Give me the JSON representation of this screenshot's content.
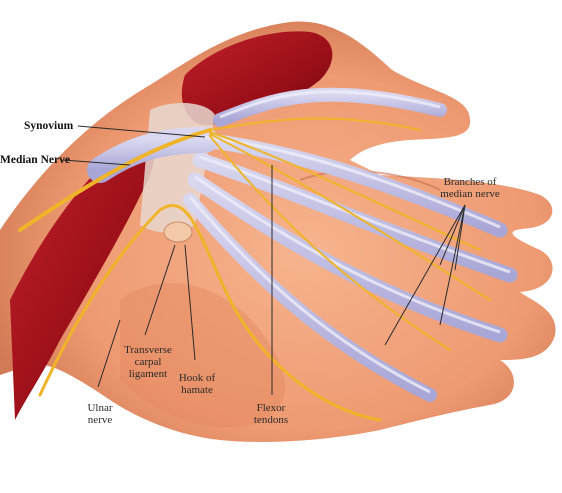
{
  "figure": {
    "labels": {
      "synovium": "Synovium",
      "median_nerve": "Median Nerve",
      "branches_of_median_nerve": "Branches of\nmedian nerve",
      "transverse_carpal_ligament": "Transverse\ncarpal\nligament",
      "hook_of_hamate": "Hook of\nhamate",
      "flexor_tendons": "Flexor\ntendons",
      "ulnar_nerve": "Ulnar\nnerve"
    },
    "colors": {
      "skin": "#f1a57f",
      "skin_shadow": "#d9805c",
      "muscle": "#a3121c",
      "tendon_sheath": "#b9b7df",
      "nerve": "#f0b429",
      "label_text": "#2b2b2b"
    }
  }
}
